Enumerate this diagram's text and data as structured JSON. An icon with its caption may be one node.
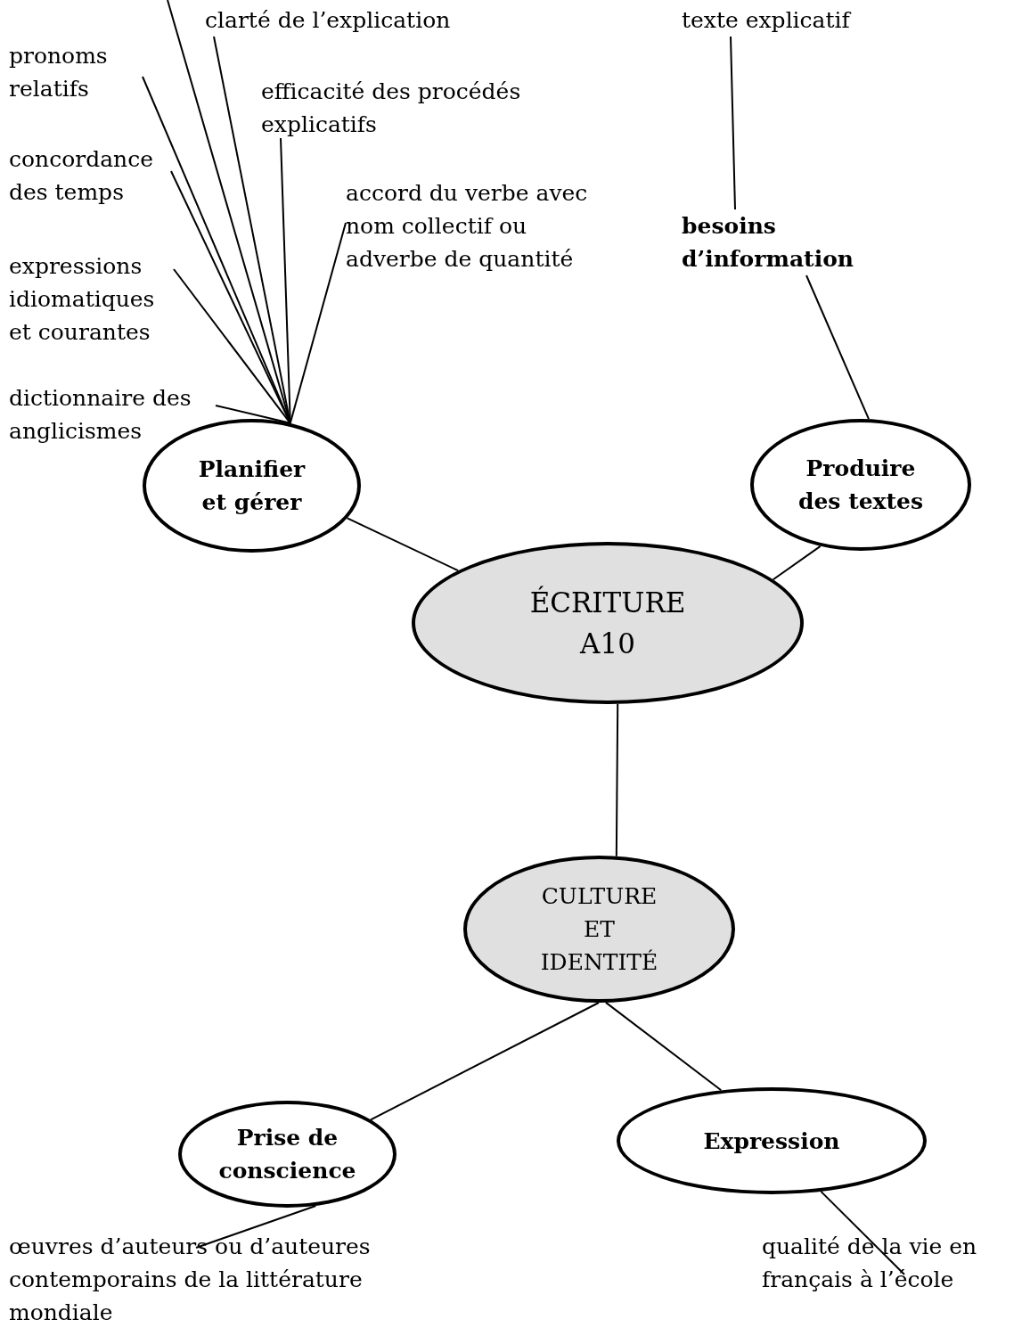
{
  "diagram": {
    "nodes": [
      {
        "text": [
          "clarté de l’explication"
        ]
      },
      {
        "text": [
          "texte explicatif"
        ]
      },
      {
        "text": [
          "pronoms relatifs"
        ]
      },
      {
        "text": [
          "efficacité des procédés explicatifs"
        ]
      },
      {
        "text": [
          "concordance des temps"
        ]
      },
      {
        "text": [
          "accord du verbe avec nom collectif ou adverbe de quantité"
        ]
      },
      {
        "text": [
          "besoins d’information"
        ]
      },
      {
        "text": [
          "expressions idiomatiques et courantes"
        ]
      },
      {
        "text": [
          "dictionnaire des anglicismes"
        ]
      },
      {
        "text": [
          "Planifier et gérer"
        ]
      },
      {
        "text": [
          "Produire des textes"
        ]
      },
      {
        "text": [
          "ÉCRITURE A10"
        ]
      },
      {
        "text": [
          "CULTURE ET IDENTITÉ"
        ]
      },
      {
        "text": [
          "Prise de conscience"
        ]
      },
      {
        "text": [
          "Expression"
        ]
      },
      {
        "text": [
          "œuvres d’auteurs ou d’auteures contemporains de la littérature mondiale"
        ]
      },
      {
        "text": [
          "qualité de la vie en français à l’école"
        ]
      }
    ],
    "edges": [
      {
        "from": null,
        "to": 9,
        "arrow": "none"
      },
      {
        "from": 0,
        "to": 9,
        "arrow": "none"
      },
      {
        "from": 2,
        "to": 9,
        "arrow": "none"
      },
      {
        "from": 3,
        "to": 9,
        "arrow": "none"
      },
      {
        "from": 4,
        "to": 9,
        "arrow": "none"
      },
      {
        "from": 5,
        "to": 9,
        "arrow": "none"
      },
      {
        "from": 7,
        "to": 9,
        "arrow": "none"
      },
      {
        "from": 8,
        "to": 9,
        "arrow": "none"
      },
      {
        "from": 1,
        "to": 6,
        "arrow": "none"
      },
      {
        "from": 6,
        "to": 10,
        "arrow": "none"
      },
      {
        "from": 9,
        "to": 11,
        "arrow": "none"
      },
      {
        "from": 10,
        "to": 11,
        "arrow": "none"
      },
      {
        "from": 11,
        "to": 12,
        "arrow": "none"
      },
      {
        "from": 12,
        "to": 13,
        "arrow": "none"
      },
      {
        "from": 12,
        "to": 14,
        "arrow": "none"
      },
      {
        "from": 13,
        "to": 15,
        "arrow": "none"
      },
      {
        "from": 14,
        "to": 16,
        "arrow": "none"
      }
    ]
  }
}
